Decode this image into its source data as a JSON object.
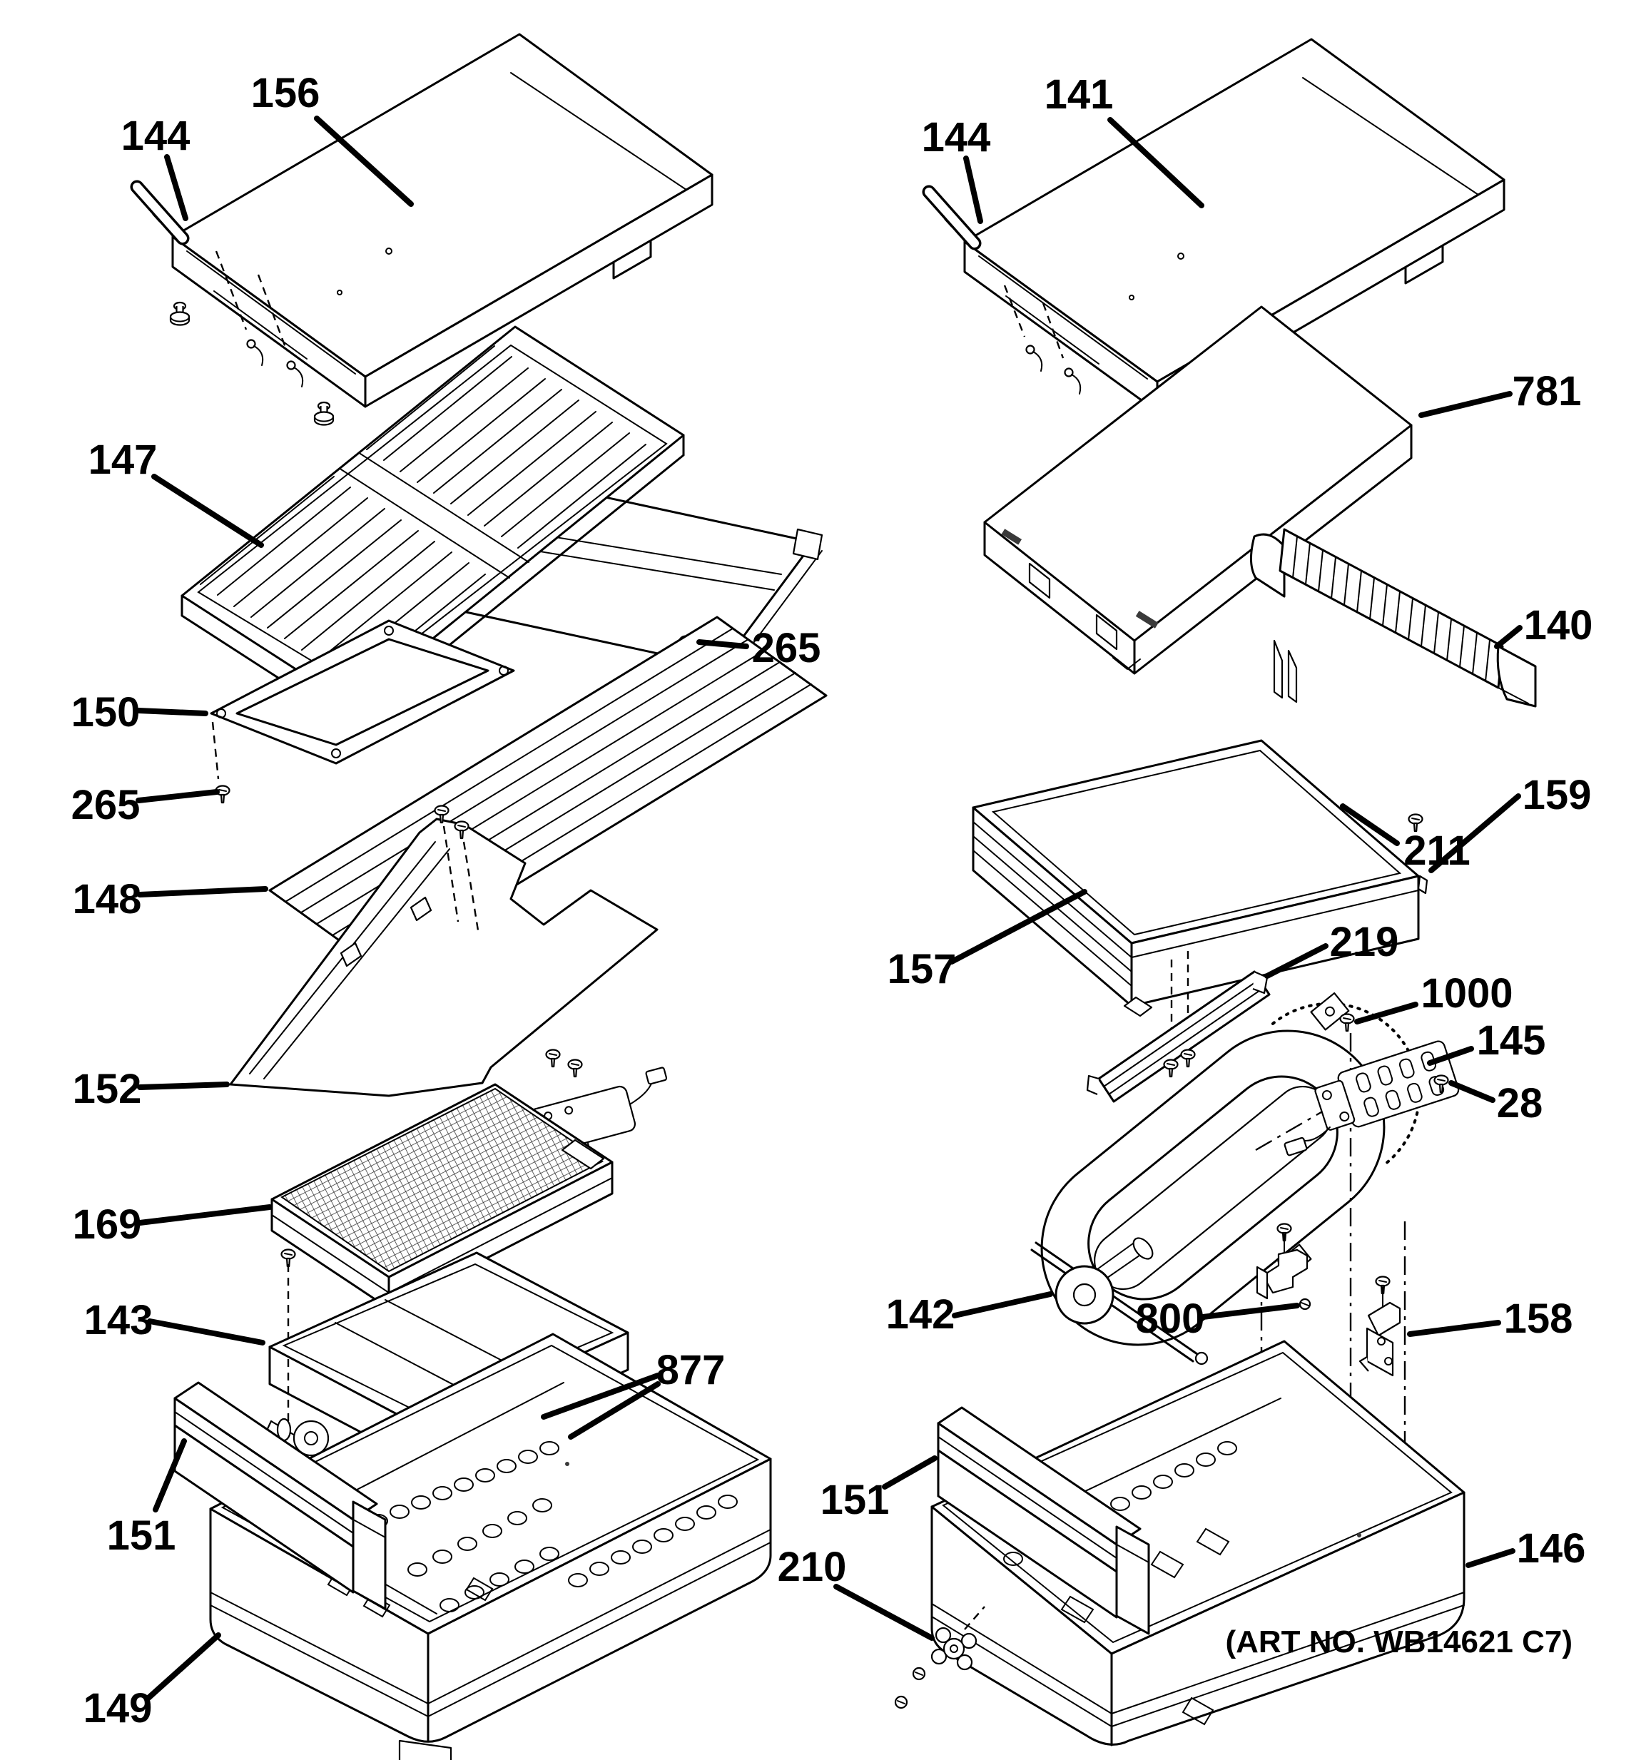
{
  "figure": {
    "art_no": "(ART NO. WB14621 C7)"
  },
  "parts": {
    "left": [
      {
        "label": "156"
      },
      {
        "label": "144"
      },
      {
        "label": "147"
      },
      {
        "label": "265"
      },
      {
        "label": "150"
      },
      {
        "label": "265"
      },
      {
        "label": "148"
      },
      {
        "label": "152"
      },
      {
        "label": "169"
      },
      {
        "label": "143"
      },
      {
        "label": "877"
      },
      {
        "label": "151"
      },
      {
        "label": "149"
      }
    ],
    "right": [
      {
        "label": "141"
      },
      {
        "label": "144"
      },
      {
        "label": "781"
      },
      {
        "label": "140"
      },
      {
        "label": "159"
      },
      {
        "label": "211"
      },
      {
        "label": "157"
      },
      {
        "label": "219"
      },
      {
        "label": "1000"
      },
      {
        "label": "145"
      },
      {
        "label": "28"
      },
      {
        "label": "142"
      },
      {
        "label": "800"
      },
      {
        "label": "158"
      },
      {
        "label": "151"
      },
      {
        "label": "146"
      },
      {
        "label": "210"
      }
    ]
  }
}
